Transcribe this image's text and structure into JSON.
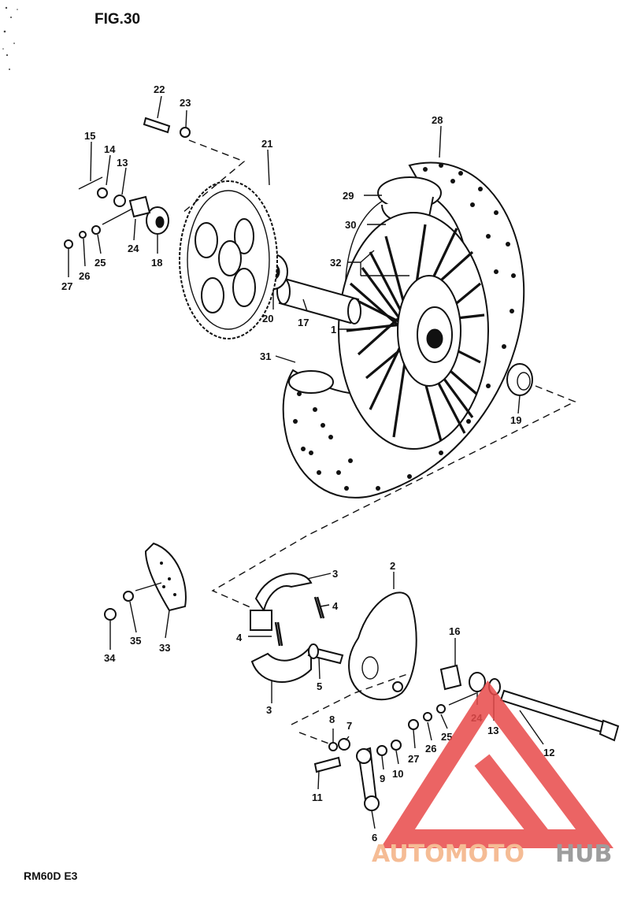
{
  "figure": {
    "title": "FIG.30",
    "model": "RM60D  E3"
  },
  "watermark": {
    "text_a": "AUTOMOTO",
    "text_b": "HUB",
    "color_a": "#f4b183",
    "color_b": "#8c8c8c",
    "logo_color": "#e84a4a"
  },
  "callouts": [
    "1",
    "2",
    "3",
    "3",
    "4",
    "4",
    "5",
    "6",
    "7",
    "8",
    "9",
    "10",
    "11",
    "12",
    "13",
    "13",
    "14",
    "15",
    "16",
    "17",
    "18",
    "19",
    "20",
    "21",
    "22",
    "23",
    "24",
    "24",
    "25",
    "25",
    "26",
    "26",
    "27",
    "27",
    "28",
    "29",
    "30",
    "31",
    "32",
    "33",
    "34",
    "35"
  ]
}
